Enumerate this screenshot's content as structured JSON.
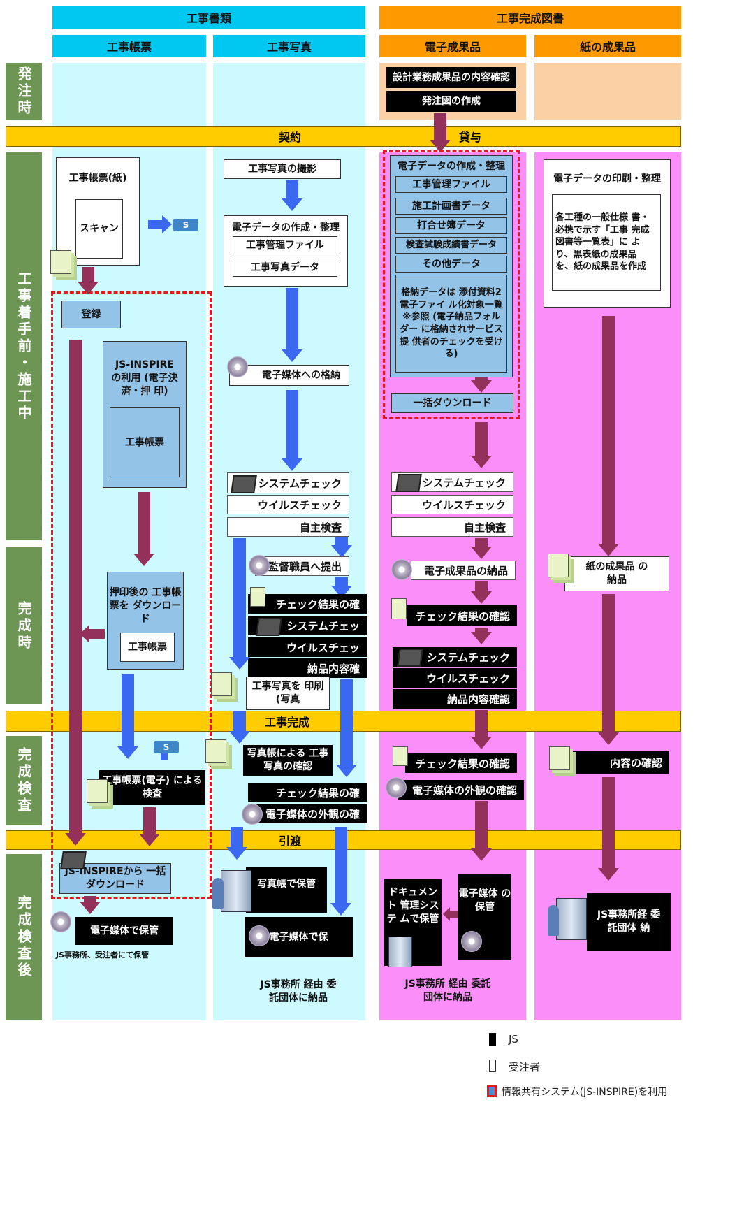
{
  "headers": {
    "docs": "工事書類",
    "drawings": "工事完成図書",
    "ledger": "工事帳票",
    "photos": "工事写真",
    "electronic": "電子成果品",
    "paper": "紙の成果品"
  },
  "phases": {
    "order": "発注時",
    "during": "工事着手前・施工中",
    "completion": "完成時",
    "inspection": "完成検査",
    "after": "完成検査後"
  },
  "bands": {
    "contract": "契約",
    "lend": "貸与",
    "complete": "工事完成",
    "handover": "引渡"
  },
  "order": {
    "confirm": "設計業務成果品の内容確認",
    "drawing": "発注図の作成"
  },
  "ledger": {
    "paper": "工事帳票(紙)",
    "scan": "スキャン",
    "s": "S",
    "register": "登録",
    "inspire": "JS-INSPIRE の利用 (電子決済・押 印)",
    "inner": "工事帳票",
    "download": "押印後の 工事帳票を ダウンロード",
    "inner2": "工事帳票",
    "s2": "S",
    "inspect": "工事帳票(電子) による検査",
    "bulk": "JS-INSPIREから 一括ダウンロード",
    "store": "電子媒体で保管",
    "note": "JS事務所、受注者にて保管"
  },
  "photo": {
    "shoot": "工事写真の撮影",
    "create": "電子データの作成・整理",
    "mgmt": "工事管理ファイル",
    "data": "工事写真データ",
    "media": "電子媒体への格納",
    "syscheck": "システムチェック",
    "virus": "ウイルスチェック",
    "self": "自主検査",
    "submit": "監督職員へ提出",
    "result": "チェック結果の確",
    "sys2": "システムチェッ",
    "virus2": "ウイルスチェッ",
    "content": "納品内容確",
    "print": "工事写真を 印刷(写真",
    "album": "写真帳による 工事写真の確認",
    "result2": "チェック結果の確",
    "appearance": "電子媒体の外観の確",
    "albumstore": "写真帳で保管",
    "mediastore": "電子媒体で保",
    "deliver": "JS事務所 経由 委託団体に納品"
  },
  "elec": {
    "create": "電子データの作成・整理",
    "mgmt": "工事管理ファイル",
    "plan": "施工計画書データ",
    "meeting": "打合せ簿データ",
    "test": "検査試験成績書データ",
    "other": "その他データ",
    "note": "格納データは 添付資料2 電子ファイ ル化対象一覧※参照 (電子納品フォルダー に格納されサービス提 供者のチェックを受け る)",
    "bulk": "一括ダウンロード",
    "syscheck": "システムチェック",
    "virus": "ウイルスチェック",
    "self": "自主検査",
    "deliver1": "電子成果品の納品",
    "result": "チェック結果の確認",
    "sys2": "システムチェック",
    "virus2": "ウイルスチェック",
    "content": "納品内容確認",
    "result2": "チェック結果の確認",
    "appearance": "電子媒体の外観の確認",
    "docmgmt": "ドキュメント 管理システ ムで保管",
    "mediastore": "電子媒体 の保管",
    "deliver": "JS事務所 経由 委託団体に納品"
  },
  "paper": {
    "print": "電子データの印刷・整理",
    "desc": "各工種の一般仕様 書・必携で示す「工事 完成図書等一覧表」に より、黒表紙の成果品 を、紙の成果品を作成",
    "deliver": "紙の成果品 の納品",
    "confirm": "内容の確認",
    "js": "JS事務所経 委託団体 納"
  },
  "legend": {
    "js": "JS",
    "contractor": "受注者",
    "system": "情報共有システム(JS-INSPIRE)を利用"
  },
  "colors": {
    "header_cyan": "#00c8f0",
    "header_orange": "#ff9900",
    "phase_green": "#6d9553",
    "band_yellow": "#ffcc00",
    "arrow_blue": "#3a68f0",
    "arrow_maroon": "#93315a",
    "dash_red": "#e8161f"
  }
}
